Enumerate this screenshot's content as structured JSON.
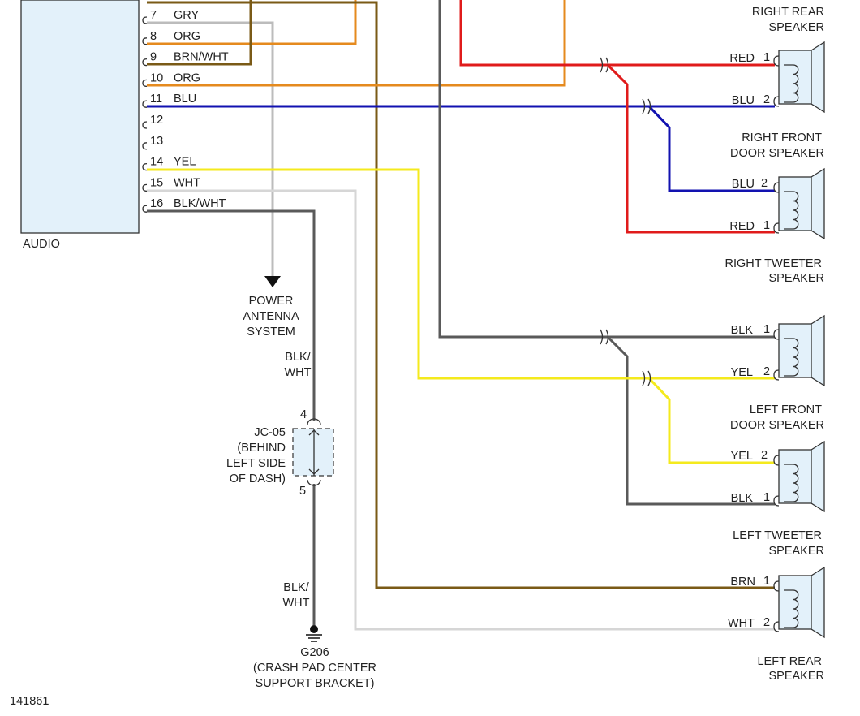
{
  "figure_id": "141861",
  "colors": {
    "gray": "#666666",
    "light_gray": "#bcbcbc",
    "orange": "#e58a1e",
    "brown": "#7a5a16",
    "blue": "#1212b0",
    "yellow": "#f4ea1d",
    "white": "#d6d6d6",
    "red": "#e01b1b",
    "black": "#5a5a5a",
    "box_fill": "#e3f1fa"
  },
  "audio": {
    "label": "AUDIO",
    "pins": [
      {
        "num": "7",
        "color": "GRY"
      },
      {
        "num": "8",
        "color": "ORG"
      },
      {
        "num": "9",
        "color": "BRN/WHT"
      },
      {
        "num": "10",
        "color": "ORG"
      },
      {
        "num": "11",
        "color": "BLU"
      },
      {
        "num": "12",
        "color": ""
      },
      {
        "num": "13",
        "color": ""
      },
      {
        "num": "14",
        "color": "YEL"
      },
      {
        "num": "15",
        "color": "WHT"
      },
      {
        "num": "16",
        "color": "BLK/WHT"
      }
    ]
  },
  "antenna": {
    "line1": "POWER",
    "line2": "ANTENNA",
    "line3": "SYSTEM"
  },
  "ground_wire": {
    "upper_line1": "BLK/",
    "upper_line2": "WHT",
    "lower_line1": "BLK/",
    "lower_line2": "WHT"
  },
  "jc05": {
    "pin_top": "4",
    "pin_bottom": "5",
    "line1": "JC-05",
    "line2": "(BEHIND",
    "line3": "LEFT SIDE",
    "line4": "OF DASH)"
  },
  "ground": {
    "line1": "G206",
    "line2": "(CRASH PAD CENTER",
    "line3": "SUPPORT BRACKET)"
  },
  "speakers": {
    "right_rear": {
      "line1": "RIGHT REAR",
      "line2": "SPEAKER"
    },
    "right_front": {
      "line1": "RIGHT FRONT",
      "line2": "DOOR SPEAKER",
      "wire1": "RED",
      "pin1": "1",
      "wire2": "BLU",
      "pin2": "2"
    },
    "right_tweeter": {
      "line1": "RIGHT TWEETER",
      "line2": "SPEAKER",
      "wire1": "BLU",
      "pin1": "2",
      "wire2": "RED",
      "pin2": "1"
    },
    "left_front": {
      "line1": "LEFT FRONT",
      "line2": "DOOR SPEAKER",
      "wire1": "BLK",
      "pin1": "1",
      "wire2": "YEL",
      "pin2": "2"
    },
    "left_tweeter": {
      "line1": "LEFT TWEETER",
      "line2": "SPEAKER",
      "wire1": "YEL",
      "pin1": "2",
      "wire2": "BLK",
      "pin2": "1"
    },
    "left_rear": {
      "line1": "LEFT REAR",
      "line2": "SPEAKER",
      "wire1": "BRN",
      "pin1": "1",
      "wire2": "WHT",
      "pin2": "2"
    }
  }
}
